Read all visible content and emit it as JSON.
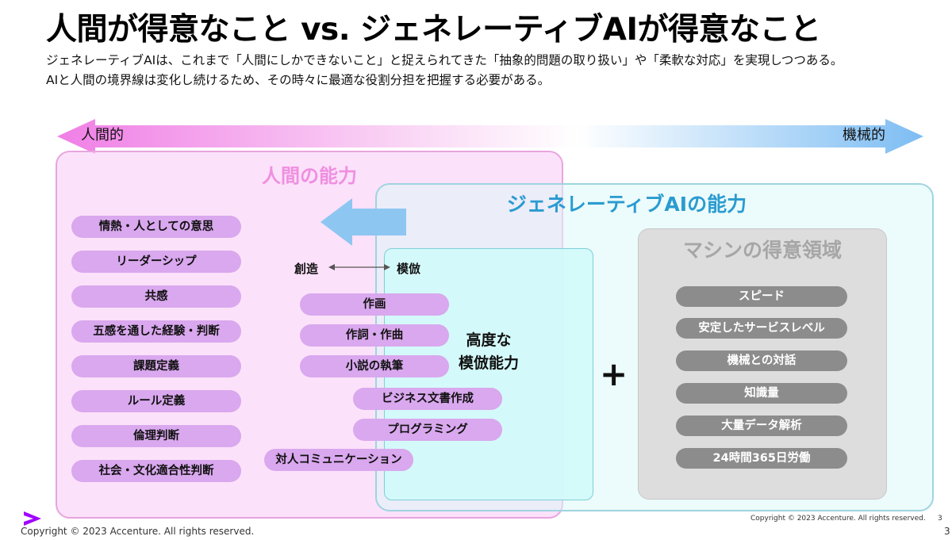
{
  "title": "人間が得意なこと vs. ジェネレーティブAIが得意なこと",
  "subtitle_line1": "ジェネレーティブAIは、これまで「人間にしかできないこと」と捉えられてきた「抽象的問題の取り扱い」や「柔軟な対応」を実現しつつある。",
  "subtitle_line2": "AIと人間の境界線は変化し続けるため、その時々に最適な役割分担を把握する必要がある。",
  "spectrum": {
    "left_label": "人間的",
    "right_label": "機械的"
  },
  "human": {
    "title": "人間の能力",
    "items": [
      "情熱・人としての意思",
      "リーダーシップ",
      "共感",
      "五感を通した経験・判断",
      "課題定義",
      "ルール定義",
      "倫理判断",
      "社会・文化適合性判断"
    ]
  },
  "ai": {
    "title": "ジェネレーティブAIの能力"
  },
  "creation_mimic": {
    "create_label": "創造",
    "mimic_label": "模倣"
  },
  "overlap_items": [
    "作画",
    "作詞・作曲",
    "小説の執筆",
    "ビジネス文書作成",
    "プログラミング",
    "対人コミュニケーション"
  ],
  "advanced_mimicry_label": "高度な\n模倣能力",
  "plus_sign": "+",
  "machine": {
    "title": "マシンの得意領域",
    "items": [
      "スピード",
      "安定したサービスレベル",
      "機械との対話",
      "知識量",
      "大量データ解析",
      "24時間365日労働"
    ]
  },
  "footer": {
    "copyright_left": "Copyright © 2023 Accenture. All rights reserved.",
    "copyright_right": "Copyright © 2023 Accenture. All rights reserved.",
    "page_small": "3",
    "page": "3"
  },
  "colors": {
    "human_pink": "#ef8fe0",
    "ai_blue": "#2a9bd0",
    "pill_purple": "#d9a8ee",
    "machine_gray": "#8c8c8c",
    "accent_purple": "#a100ff"
  }
}
